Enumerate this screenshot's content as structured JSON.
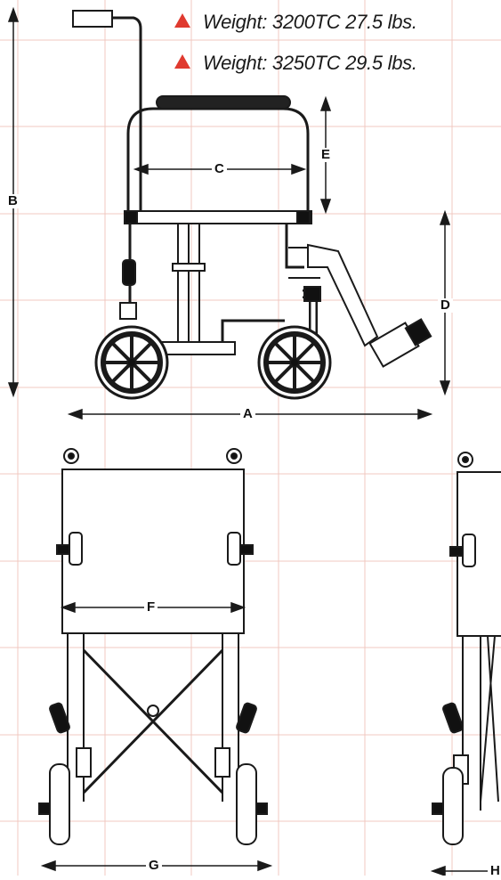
{
  "weights": [
    {
      "icon": "red-triangle",
      "text": "Weight:  3200TC  27.5 lbs."
    },
    {
      "icon": "red-triangle",
      "text": "Weight:  3250TC  29.5 lbs."
    }
  ],
  "dimension_labels": {
    "a": "A",
    "b": "B",
    "c": "C",
    "d": "D",
    "e": "E",
    "f": "F",
    "g": "G",
    "h": "H"
  },
  "colors": {
    "accent": "#e03a2f",
    "grid": "#f0c8c0",
    "line": "#1a1a1a"
  }
}
